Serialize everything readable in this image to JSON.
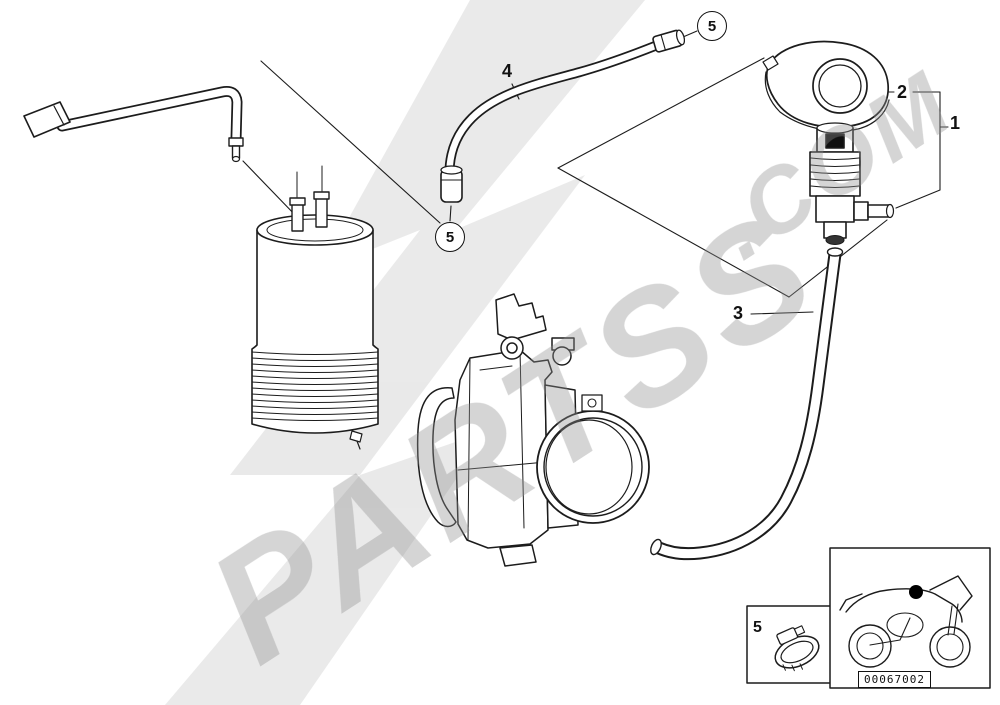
{
  "diagram": {
    "watermark": {
      "main": "PARTSS",
      "suffix": ".COM"
    },
    "callouts": {
      "c1": "1",
      "c2": "2",
      "c3": "3",
      "c4": "4",
      "c5": "5"
    },
    "part_code": "00067002",
    "colors": {
      "line": "#1c1c1c",
      "swoosh": "#d8d8d8",
      "letters": "#909090",
      "background": "#ffffff"
    },
    "components": [
      {
        "ref": "1",
        "name": "fuel-tap-assembly"
      },
      {
        "ref": "2",
        "name": "fuel-tap-flange"
      },
      {
        "ref": "3",
        "name": "fuel-hose-lower"
      },
      {
        "ref": "4",
        "name": "fuel-hose-upper"
      },
      {
        "ref": "5",
        "name": "hose-clamp"
      }
    ]
  }
}
